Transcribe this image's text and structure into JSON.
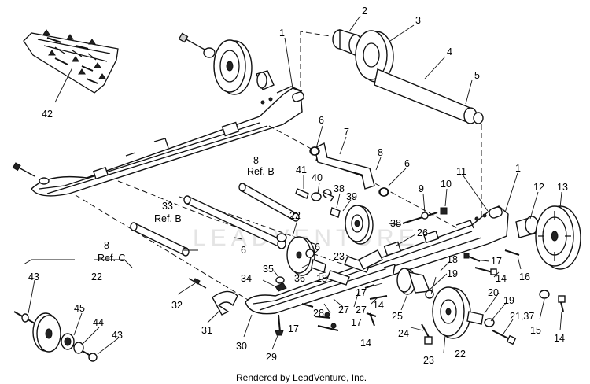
{
  "watermark": "LEADVENTURE",
  "footer": "Rendered by LeadVenture, Inc.",
  "callouts": {
    "c1a": "1",
    "c1b": "1",
    "c2": "2",
    "c3": "3",
    "c4": "4",
    "c5": "5",
    "c6a": "6",
    "c6b": "6",
    "c6c": "6",
    "c6d": "6",
    "c7": "7",
    "c8a": "8",
    "c8b": "8",
    "c8c": "8",
    "refB1": "Ref. B",
    "refB2": "Ref. B",
    "refC": "Ref. C",
    "c9": "9",
    "c10": "10",
    "c11": "11",
    "c12": "12",
    "c13": "13",
    "c14a": "14",
    "c14b": "14",
    "c14c": "14",
    "c14d": "14",
    "c15": "15",
    "c16": "16",
    "c17a": "17",
    "c17b": "17",
    "c17c": "17",
    "c17d": "17",
    "c18a": "18",
    "c18b": "18",
    "c19a": "19",
    "c19b": "19",
    "c20": "20",
    "c2137": "21,37",
    "c22a": "22",
    "c22b": "22",
    "c22c": "22",
    "c23a": "23",
    "c23b": "23",
    "c24": "24",
    "c25": "25",
    "c26": "26",
    "c27a": "27",
    "c27b": "27",
    "c28": "28",
    "c29": "29",
    "c30": "30",
    "c31": "31",
    "c32": "32",
    "c33": "33",
    "c34": "34",
    "c35": "35",
    "c36": "36",
    "c38a": "38",
    "c38b": "38",
    "c39": "39",
    "c40": "40",
    "c41": "41",
    "c42": "42",
    "c43a": "43",
    "c43b": "43",
    "c44": "44",
    "c45": "45"
  }
}
